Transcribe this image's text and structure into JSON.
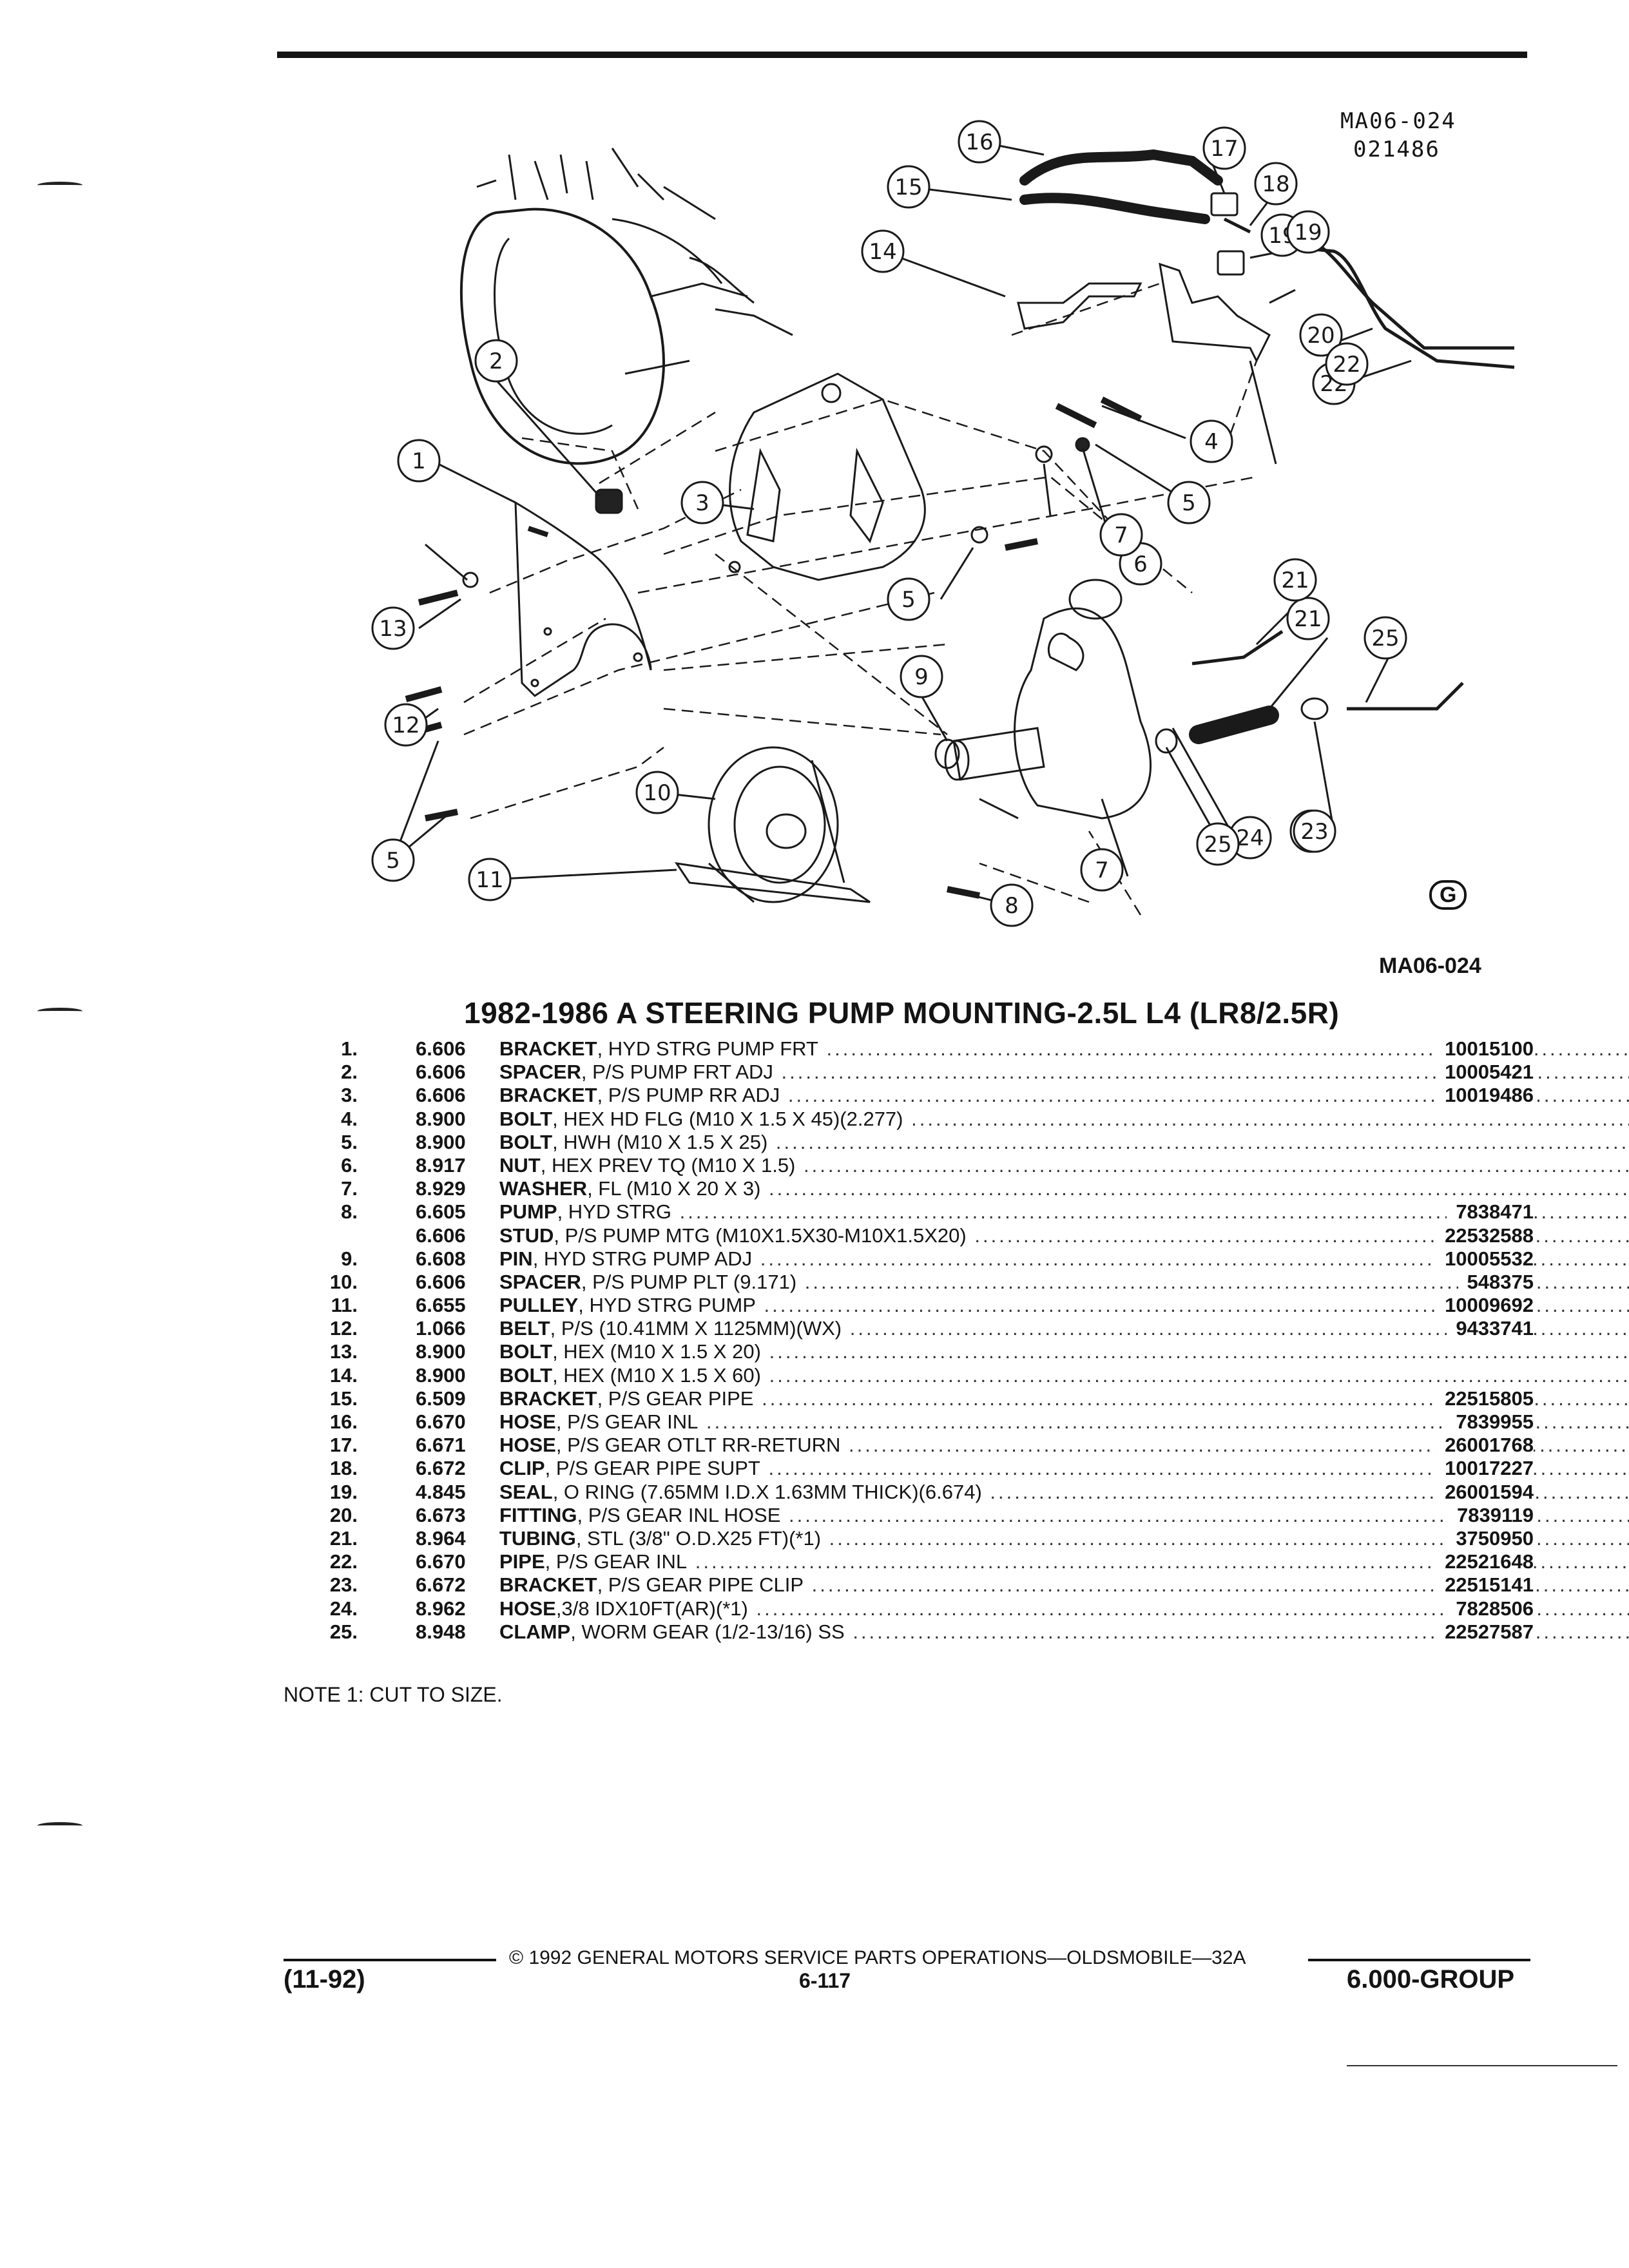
{
  "figure": {
    "code_top_1": "MA06-024",
    "code_top_2": "021486",
    "code_bottom": "MA06-024",
    "logo": "G",
    "callouts": [
      "1",
      "2",
      "3",
      "4",
      "5",
      "5",
      "5",
      "6",
      "7",
      "7",
      "8",
      "9",
      "10",
      "11",
      "12",
      "13",
      "14",
      "15",
      "16",
      "17",
      "18",
      "19",
      "19",
      "19",
      "20",
      "21",
      "21",
      "22",
      "22",
      "23",
      "24",
      "25",
      "25"
    ]
  },
  "title": "1982-1986 A STEERING PUMP MOUNTING-2.5L L4 (LR8/2.5R)",
  "parts": [
    {
      "num": "1.",
      "group": "6.606",
      "name": "BRACKET",
      "detail": ", HYD STRG PUMP FRT",
      "part_no": "10015100"
    },
    {
      "num": "2.",
      "group": "6.606",
      "name": "SPACER",
      "detail": ", P/S PUMP FRT ADJ",
      "part_no": "10005421"
    },
    {
      "num": "3.",
      "group": "6.606",
      "name": "BRACKET",
      "detail": ", P/S PUMP RR ADJ",
      "part_no": "10019486"
    },
    {
      "num": "4.",
      "group": "8.900",
      "name": "BOLT",
      "detail": ", HEX HD FLG (M10 X 1.5 X 45)(2.277)",
      "part_no": ""
    },
    {
      "num": "5.",
      "group": "8.900",
      "name": "BOLT",
      "detail": ", HWH (M10 X 1.5 X 25)",
      "part_no": ""
    },
    {
      "num": "6.",
      "group": "8.917",
      "name": "NUT",
      "detail": ", HEX PREV TQ (M10 X 1.5)",
      "part_no": ""
    },
    {
      "num": "7.",
      "group": "8.929",
      "name": "WASHER",
      "detail": ", FL (M10 X 20 X 3)",
      "part_no": ""
    },
    {
      "num": "8.",
      "group": "6.605",
      "name": "PUMP",
      "detail": ", HYD STRG",
      "part_no": "7838471"
    },
    {
      "num": "",
      "group": "6.606",
      "name": "STUD",
      "detail": ", P/S PUMP MTG (M10X1.5X30-M10X1.5X20)",
      "part_no": "22532588"
    },
    {
      "num": "9.",
      "group": "6.608",
      "name": "PIN",
      "detail": ", HYD STRG PUMP ADJ",
      "part_no": "10005532"
    },
    {
      "num": "10.",
      "group": "6.606",
      "name": "SPACER",
      "detail": ", P/S PUMP PLT (9.171)",
      "part_no": "548375"
    },
    {
      "num": "11.",
      "group": "6.655",
      "name": "PULLEY",
      "detail": ", HYD STRG PUMP",
      "part_no": "10009692"
    },
    {
      "num": "12.",
      "group": "1.066",
      "name": "BELT",
      "detail": ", P/S (10.41MM X 1125MM)(WX)",
      "part_no": "9433741"
    },
    {
      "num": "13.",
      "group": "8.900",
      "name": "BOLT",
      "detail": ", HEX (M10 X 1.5 X 20)",
      "part_no": ""
    },
    {
      "num": "14.",
      "group": "8.900",
      "name": "BOLT",
      "detail": ", HEX (M10 X 1.5 X 60)",
      "part_no": ""
    },
    {
      "num": "15.",
      "group": "6.509",
      "name": "BRACKET",
      "detail": ", P/S GEAR PIPE",
      "part_no": "22515805"
    },
    {
      "num": "16.",
      "group": "6.670",
      "name": "HOSE",
      "detail": ", P/S GEAR INL",
      "part_no": "7839955"
    },
    {
      "num": "17.",
      "group": "6.671",
      "name": "HOSE",
      "detail": ", P/S GEAR OTLT RR-RETURN",
      "part_no": "26001768"
    },
    {
      "num": "18.",
      "group": "6.672",
      "name": "CLIP",
      "detail": ", P/S GEAR PIPE SUPT",
      "part_no": "10017227"
    },
    {
      "num": "19.",
      "group": "4.845",
      "name": "SEAL",
      "detail": ", O RING (7.65MM I.D.X 1.63MM THICK)(6.674)",
      "part_no": "26001594"
    },
    {
      "num": "20.",
      "group": "6.673",
      "name": "FITTING",
      "detail": ", P/S GEAR INL HOSE",
      "part_no": "7839119"
    },
    {
      "num": "21.",
      "group": "8.964",
      "name": "TUBING",
      "detail": ", STL (3/8\" O.D.X25 FT)(*1)",
      "part_no": "3750950"
    },
    {
      "num": "22.",
      "group": "6.670",
      "name": "PIPE",
      "detail": ", P/S GEAR INL",
      "part_no": "22521648"
    },
    {
      "num": "23.",
      "group": "6.672",
      "name": "BRACKET",
      "detail": ", P/S GEAR PIPE CLIP",
      "part_no": "22515141"
    },
    {
      "num": "24.",
      "group": "8.962",
      "name": "HOSE",
      "detail": ",3/8 IDX10FT(AR)(*1)",
      "part_no": "7828506"
    },
    {
      "num": "25.",
      "group": "8.948",
      "name": "CLAMP",
      "detail": ", WORM GEAR (1/2-13/16) SS",
      "part_no": "22527587"
    }
  ],
  "note": "NOTE  1:  CUT TO SIZE.",
  "footer": {
    "copyright": "© 1992 GENERAL MOTORS SERVICE PARTS OPERATIONS—OLDSMOBILE—32A",
    "date": "(11-92)",
    "page": "6-117",
    "group": "6.000-GROUP"
  }
}
